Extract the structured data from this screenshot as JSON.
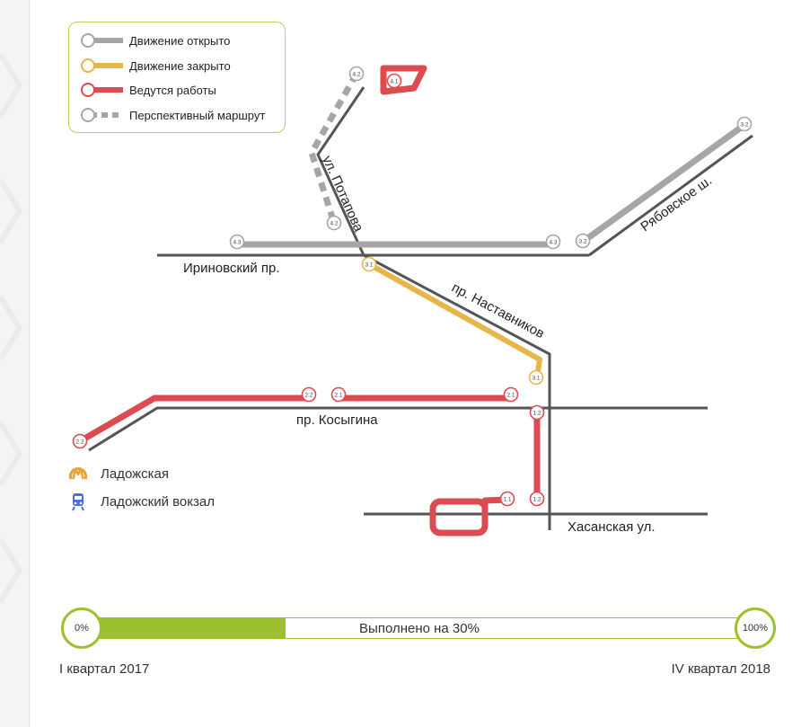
{
  "colors": {
    "open": "#a6a6a6",
    "closed": "#e6b64a",
    "works": "#dc4b4f",
    "street": "#555555",
    "progress": "#9dc12c",
    "metro": "#e8a33c",
    "rail": "#4c6fd6"
  },
  "legend": {
    "items": [
      {
        "key": "open",
        "label": "Движение открыто",
        "style": "solid"
      },
      {
        "key": "closed",
        "label": "Движение закрыто",
        "style": "solid"
      },
      {
        "key": "works",
        "label": "Ведутся работы",
        "style": "solid"
      },
      {
        "key": "prospect",
        "label": "Перспективный маршрут",
        "style": "dashed"
      }
    ]
  },
  "streets": {
    "irinovsky": "Ириновский пр.",
    "potapova": "ул. Потапова",
    "ryabovskoe": "Рябовское ш.",
    "nastavnikov": "пр. Наставников",
    "kosygina": "пр. Косыгина",
    "hasanskaya": "Хасанская ул."
  },
  "stations": [
    "4.1",
    "4.2",
    "4.2",
    "4.3",
    "4.3",
    "3.1",
    "3.1",
    "3.2",
    "3.2",
    "2.2",
    "2.2",
    "2.1",
    "2.1",
    "1.2",
    "1.2",
    "1.1"
  ],
  "poi": {
    "metro": {
      "label": "Ладожская",
      "icon": "metro-icon"
    },
    "rail": {
      "label": "Ладожский вокзал",
      "icon": "train-icon"
    }
  },
  "progress": {
    "percent": 30,
    "start_label": "0%",
    "end_label": "100%",
    "text": "Выполнено на 30%",
    "period_start": "I квартал 2017",
    "period_end": "IV квартал 2018"
  }
}
